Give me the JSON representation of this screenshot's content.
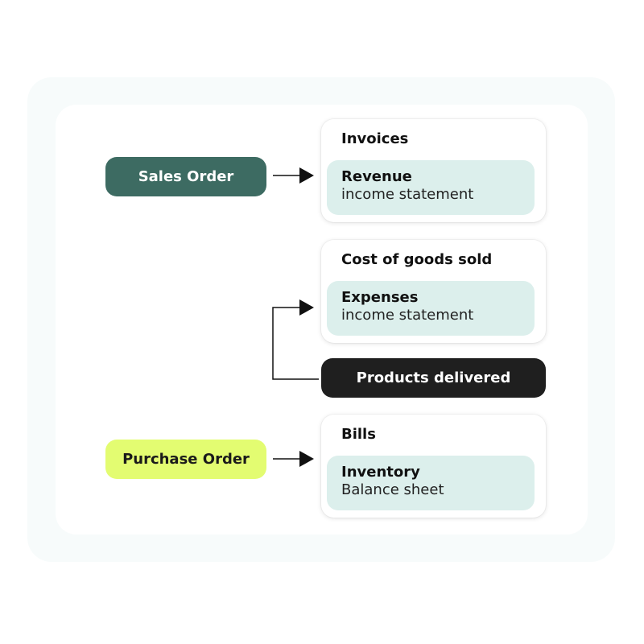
{
  "nodes": {
    "sales_order": "Sales Order",
    "purchase_order": "Purchase Order",
    "products_delivered": "Products delivered"
  },
  "cards": [
    {
      "title": "Invoices",
      "label": "Revenue",
      "sub": "income statement"
    },
    {
      "title": "Cost of goods sold",
      "label": "Expenses",
      "sub": "income statement"
    },
    {
      "title": "Bills",
      "label": "Inventory",
      "sub": "Balance sheet"
    }
  ],
  "colors": {
    "sales_order": "#3d6b62",
    "purchase_order": "#e3fc71",
    "products_delivered": "#1f1f1f",
    "card_inner": "#dcefec"
  }
}
